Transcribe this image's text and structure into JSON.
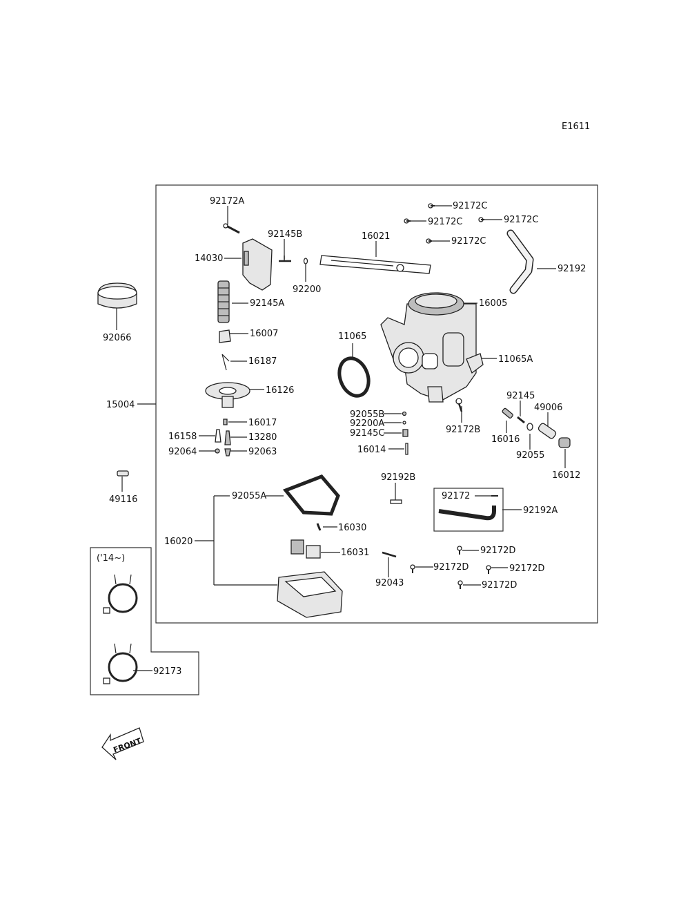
{
  "diagram_code": "E1611",
  "year_note": "('14~)",
  "front_label": "FRONT",
  "labels": {
    "p92172A": "92172A",
    "p92145B": "92145B",
    "p14030": "14030",
    "p92200": "92200",
    "p16021": "16021",
    "p92172C_1": "92172C",
    "p92172C_2": "92172C",
    "p92172C_3": "92172C",
    "p92172C_4": "92172C",
    "p92192": "92192",
    "p16005": "16005",
    "p92145A": "92145A",
    "p92066": "92066",
    "p16007": "16007",
    "p11065": "11065",
    "p11065A": "11065A",
    "p16187": "16187",
    "p16126": "16126",
    "p15004": "15004",
    "p16017": "16017",
    "p16158": "16158",
    "p13280": "13280",
    "p92064": "92064",
    "p92063": "92063",
    "p92055B": "92055B",
    "p92200A": "92200A",
    "p92145C": "92145C",
    "p16014": "16014",
    "p92172B": "92172B",
    "p92145": "92145",
    "p49006": "49006",
    "p16016": "16016",
    "p92055": "92055",
    "p16012": "16012",
    "p49116": "49116",
    "p92192B": "92192B",
    "p92172": "92172",
    "p92192A": "92192A",
    "p92055A": "92055A",
    "p16030": "16030",
    "p16020": "16020",
    "p16031": "16031",
    "p92043": "92043",
    "p92172D_1": "92172D",
    "p92172D_2": "92172D",
    "p92172D_3": "92172D",
    "p92172D_4": "92172D",
    "p92173": "92173"
  }
}
